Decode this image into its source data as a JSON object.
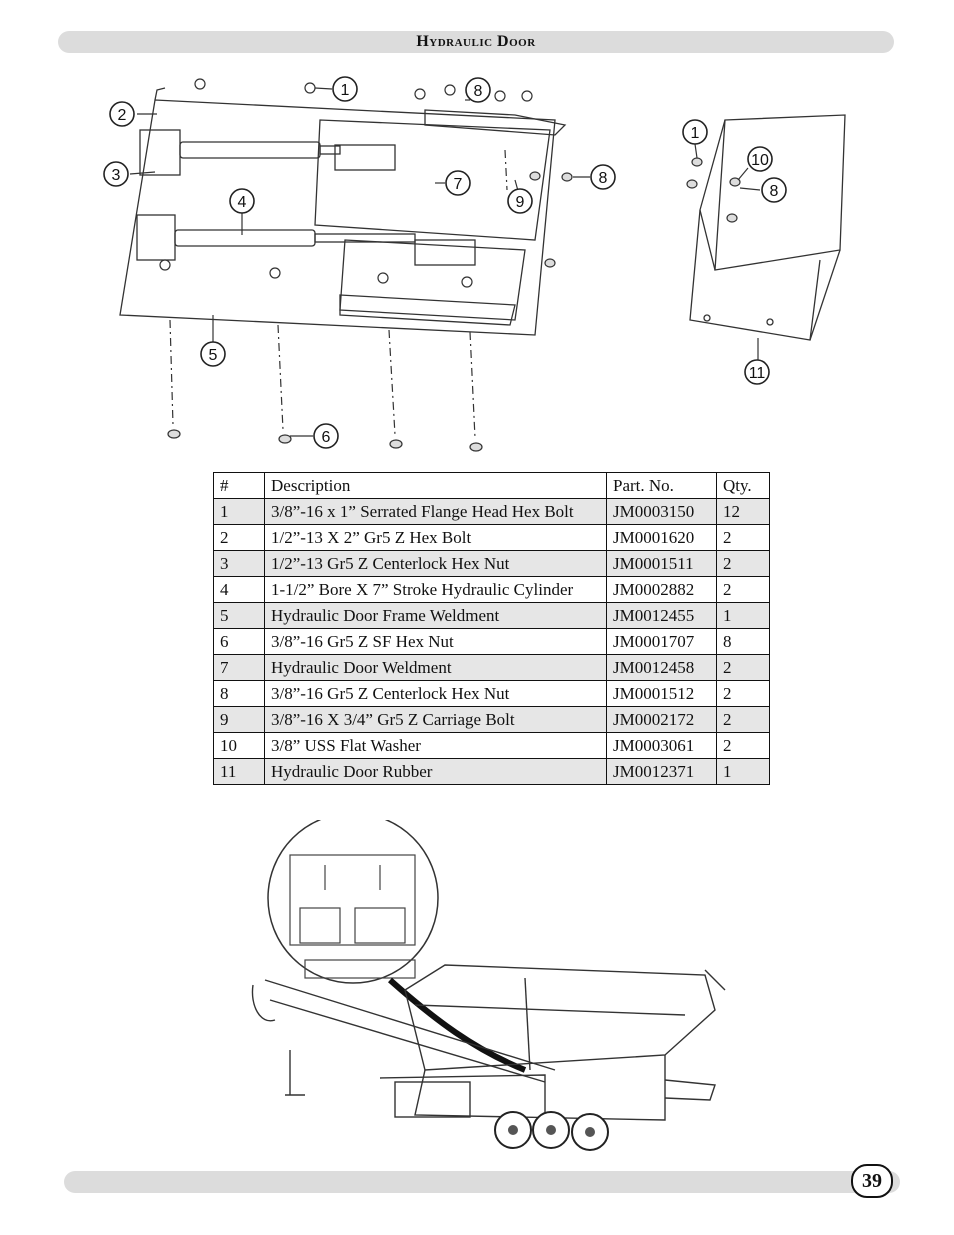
{
  "header": {
    "title": "Hydraulic Door"
  },
  "callouts_main": [
    "1",
    "2",
    "3",
    "4",
    "5",
    "6",
    "7",
    "8",
    "8",
    "9"
  ],
  "callouts_side": [
    "1",
    "10",
    "8",
    "11"
  ],
  "table": {
    "headers": [
      "#",
      "Description",
      "Part. No.",
      "Qty."
    ],
    "rows": [
      [
        "1",
        "3/8”-16 x 1” Serrated Flange Head Hex Bolt",
        "JM0003150",
        "12"
      ],
      [
        "2",
        "1/2”-13 X 2” Gr5 Z Hex Bolt",
        "JM0001620",
        "2"
      ],
      [
        "3",
        "1/2”-13 Gr5 Z Centerlock Hex Nut",
        "JM0001511",
        "2"
      ],
      [
        "4",
        "1-1/2” Bore X 7” Stroke Hydraulic Cylinder",
        "JM0002882",
        "2"
      ],
      [
        "5",
        "Hydraulic Door Frame Weldment",
        "JM0012455",
        "1"
      ],
      [
        "6",
        "3/8”-16 Gr5 Z SF Hex Nut",
        "JM0001707",
        "8"
      ],
      [
        "7",
        "Hydraulic Door Weldment",
        "JM0012458",
        "2"
      ],
      [
        "8",
        "3/8”-16 Gr5 Z Centerlock Hex Nut",
        "JM0001512",
        "2"
      ],
      [
        "9",
        "3/8”-16 X 3/4” Gr5 Z Carriage Bolt",
        "JM0002172",
        "2"
      ],
      [
        "10",
        "3/8” USS Flat Washer",
        "JM0003061",
        "2"
      ],
      [
        "11",
        "Hydraulic Door Rubber",
        "JM0012371",
        "1"
      ]
    ]
  },
  "footer": {
    "page_number": "39"
  }
}
